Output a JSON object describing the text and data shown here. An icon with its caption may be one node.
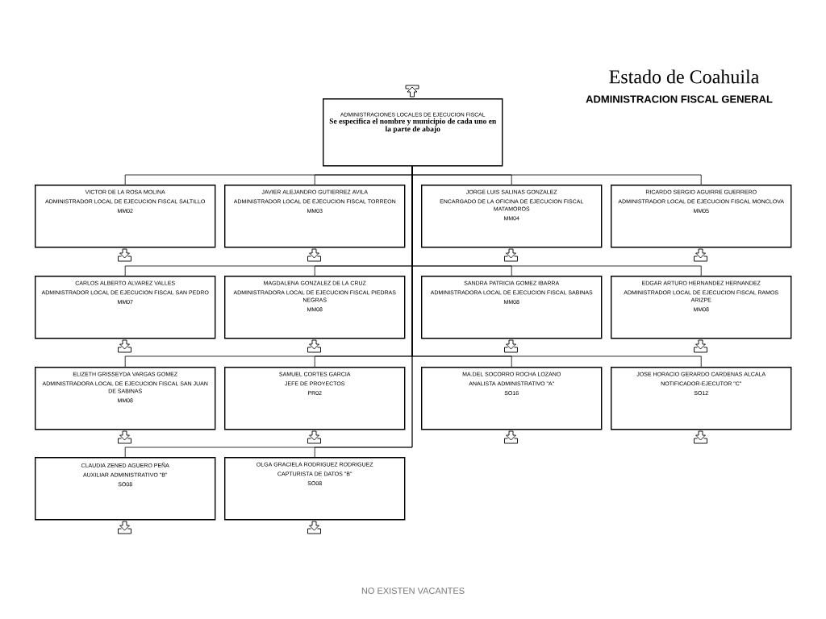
{
  "diagram": {
    "nodes": [
      {
        "text": [
          "ADMINISTRACIONES LOCALES DE EJECUCION FISCAL",
          "Se especifica el nombre y municipio de cada uno en la parte de abajo"
        ]
      },
      {
        "text": [
          "VICTOR DE LA ROSA MOLINA",
          "ADMINISTRADOR LOCAL DE EJECUCION FISCAL SALTILLO",
          "MM02"
        ]
      },
      {
        "text": [
          "JAVIER ALEJANDRO GUTIERREZ AVILA",
          "ADMINISTRADOR LOCAL DE EJECUCION FISCAL TORREON",
          "MM03"
        ]
      },
      {
        "text": [
          "JORGE LUIS SALINAS GONZALEZ",
          "ENCARGADO DE LA OFICINA DE EJECUCION FISCAL MATAMOROS",
          "MM04"
        ]
      },
      {
        "text": [
          "RICARDO SERGIO AGUIRRE GUERRERO",
          "ADMINISTRADOR LOCAL DE EJECUCION FISCAL MONCLOVA",
          "MM05"
        ]
      },
      {
        "text": [
          "CARLOS ALBERTO ALVAREZ VALLES",
          "ADMINISTRADOR LOCAL DE EJECUCION FISCAL SAN PEDRO",
          "MM07"
        ]
      },
      {
        "text": [
          "MAGDALENA GONZALEZ DE LA CRUZ",
          "ADMINISTRADORA LOCAL DE EJECUCION FISCAL PIEDRAS NEGRAS",
          "MM08"
        ]
      },
      {
        "text": [
          "SANDRA PATRICIA GOMEZ IBARRA",
          "ADMINISTRADORA LOCAL DE EJECUCION FISCAL SABINAS",
          "MM08"
        ]
      },
      {
        "text": [
          "EDGAR ARTURO HERNANDEZ HERNANDEZ",
          "ADMINISTRADOR LOCAL DE EJECUCION FISCAL RAMOS ARIZPE",
          "MM08"
        ]
      },
      {
        "text": [
          "ELIZETH GRISSEYDA VARGAS GOMEZ",
          "ADMINISTRADORA LOCAL DE EJECUCION FISCAL SAN JUAN DE SABINAS",
          "MM08"
        ]
      },
      {
        "text": [
          "SAMUEL CORTES GARCIA",
          "JEFE DE PROYECTOS",
          "PR02"
        ]
      },
      {
        "text": [
          "MA.DEL SOCORRO ROCHA LOZANO",
          "ANALISTA  ADMINISTRATIVO \"A\"",
          "SO16"
        ]
      },
      {
        "text": [
          "JOSE HORACIO GERARDO CARDENAS ALCALA",
          "NOTIFICADOR-EJECUTOR \"C\"",
          "SO12"
        ]
      },
      {
        "text": [
          "CLAUDIA ZENED AGUERO PEÑA",
          "AUXILIAR ADMINISTRATIVO \"B\"",
          "SO08"
        ]
      },
      {
        "text": [
          "OLGA GRACIELA RODRIGUEZ RODRIGUEZ",
          "CAPTURISTA DE DATOS  \"B\"",
          "SO08"
        ]
      }
    ],
    "edges": [
      {
        "from": 0,
        "to": 1,
        "arrow": "none"
      },
      {
        "from": 0,
        "to": 2,
        "arrow": "none"
      },
      {
        "from": 0,
        "to": 3,
        "arrow": "none"
      },
      {
        "from": 0,
        "to": 4,
        "arrow": "none"
      },
      {
        "from": 0,
        "to": 5,
        "arrow": "none"
      },
      {
        "from": 0,
        "to": 6,
        "arrow": "none"
      },
      {
        "from": 0,
        "to": 7,
        "arrow": "none"
      },
      {
        "from": 0,
        "to": 8,
        "arrow": "none"
      },
      {
        "from": 0,
        "to": 9,
        "arrow": "none"
      },
      {
        "from": 0,
        "to": 10,
        "arrow": "none"
      },
      {
        "from": 0,
        "to": 11,
        "arrow": "none"
      },
      {
        "from": 0,
        "to": 12,
        "arrow": "none"
      },
      {
        "from": 0,
        "to": 13,
        "arrow": "none"
      },
      {
        "from": 0,
        "to": 14,
        "arrow": "none"
      }
    ],
    "labels": [
      "Estado de Coahuila",
      "ADMINISTRACION FISCAL GENERAL",
      "NO EXISTEN VACANTES"
    ]
  }
}
